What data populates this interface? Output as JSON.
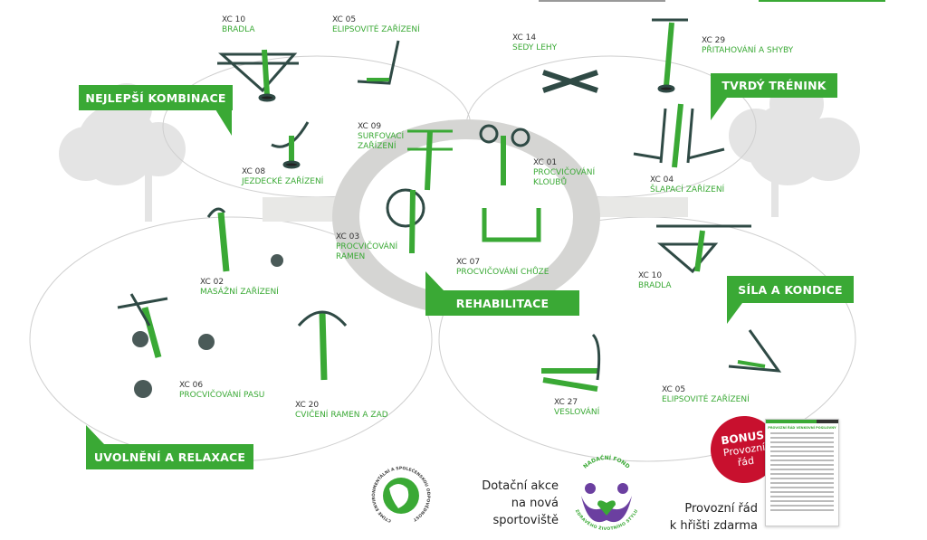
{
  "banners": {
    "best": "NEJLEPŠÍ KOMBINACE",
    "hard": "TVRDÝ TRÉNINK",
    "rehab": "REHABILITACE",
    "strength": "SÍLA A KONDICE",
    "relax": "UVOLNĚNÍ A RELAXACE"
  },
  "equipment": [
    {
      "code": "XC 10",
      "name": "BRADLA"
    },
    {
      "code": "XC 05",
      "name": "ELIPSOVITÉ ZAŘÍZENÍ"
    },
    {
      "code": "XC 14",
      "name": "SEDY LEHY"
    },
    {
      "code": "XC 29",
      "name": "PŘITAHOVÁNÍ A SHYBY"
    },
    {
      "code": "XC 09",
      "name": "SURFOVACÍ",
      "name2": "ZAŘÍZENÍ"
    },
    {
      "code": "XC 08",
      "name": "JEZDECKÉ ZAŘÍZENÍ"
    },
    {
      "code": "XC 01",
      "name": "PROCVIČOVÁNÍ",
      "name2": "KLOUBŮ"
    },
    {
      "code": "XC 04",
      "name": "ŠLAPACÍ ZAŘÍZENÍ"
    },
    {
      "code": "XC 03",
      "name": "PROCVIČOVÁNÍ",
      "name2": "RAMEN"
    },
    {
      "code": "XC 07",
      "name": "PROCVIČOVÁNÍ CHŮZE"
    },
    {
      "code": "XC 02",
      "name": "MASÁŽNÍ ZAŘÍZENÍ"
    },
    {
      "code": "XC 10",
      "name": "BRADLA"
    },
    {
      "code": "XC 06",
      "name": "PROCVIČOVÁNÍ PASU"
    },
    {
      "code": "XC 20",
      "name": "CVIČENÍ RAMEN A ZAD"
    },
    {
      "code": "XC 27",
      "name": "VESLOVÁNÍ"
    },
    {
      "code": "XC 05",
      "name": "ELIPSOVITÉ ZAŘÍZENÍ"
    }
  ],
  "footer": {
    "csr_logo_text": "CTÍME ENVIRONMENTÁLNÍ A SPOLEČENSKOU ODPOVĚDNOST",
    "grant_line1": "Dotační akce",
    "grant_line2": "na nová",
    "grant_line3": "sportoviště",
    "fund_logo_top": "NADAČNÍ FOND",
    "fund_logo_bottom": "ZDRAVÉHO ŽIVOTNÍHO STYLU",
    "bonus_title": "BONUS",
    "bonus_line1": "Provozní",
    "bonus_line2": "řád",
    "doc_title": "PROVOZNÍ ŘÁD VENKOVNÍ POSILOVNY",
    "free_line1": "Provozní řád",
    "free_line2": "k hřišti zdarma"
  },
  "colors": {
    "green": "#3aa935",
    "dark": "#2f4a45",
    "red": "#c8102e",
    "ring": "#d5d5d3"
  }
}
